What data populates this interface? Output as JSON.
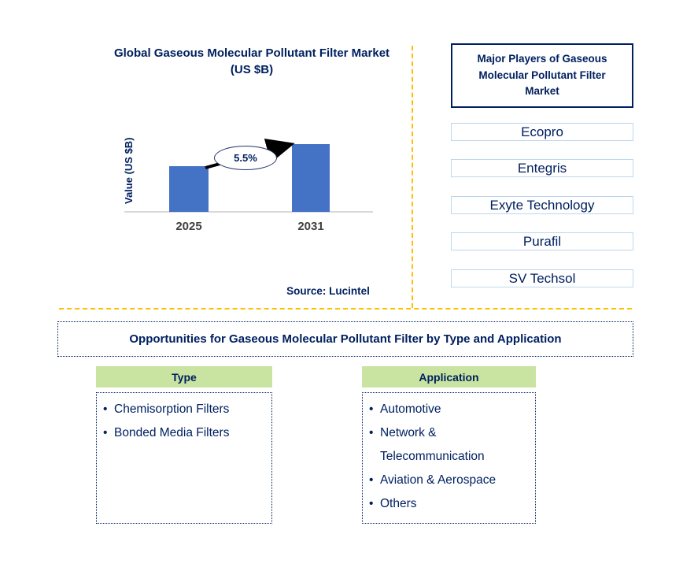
{
  "colors": {
    "navy_text": "#002060",
    "bar_blue": "#4472C4",
    "divider_orange": "#FFC000",
    "header_green": "#C9E3A1",
    "axis_label_gray": "#404040",
    "baseline_gray": "#D9D9D9",
    "player_box_border": "#BDD7EE"
  },
  "chart_data": {
    "type": "bar",
    "title": "Global Gaseous Molecular Pollutant Filter Market (US $B)",
    "ylabel": "Value (US $B)",
    "xlabel": "",
    "categories": [
      "2025",
      "2031"
    ],
    "relative_values": [
      58,
      86
    ],
    "values_note": "no numeric axis shown; bar heights are relative (pixels)",
    "annotation": "5.5%",
    "annotation_meaning": "growth arrow from 2025 bar to 2031 bar",
    "source": "Source: Lucintel",
    "bar_color": "#4472C4",
    "grid": false,
    "yaxis_ticks": "none"
  },
  "major_players": {
    "title": "Major Players of Gaseous Molecular Pollutant Filter Market",
    "players": [
      "Ecopro",
      "Entegris",
      "Exyte Technology",
      "Purafil",
      "SV Techsol"
    ]
  },
  "opportunities": {
    "title": "Opportunities for Gaseous Molecular Pollutant Filter by Type and Application",
    "type": {
      "header": "Type",
      "items": [
        "Chemisorption Filters",
        "Bonded Media Filters"
      ]
    },
    "application": {
      "header": "Application",
      "items": [
        "Automotive",
        "Network & Telecommunication",
        "Aviation & Aerospace",
        "Others"
      ]
    }
  }
}
